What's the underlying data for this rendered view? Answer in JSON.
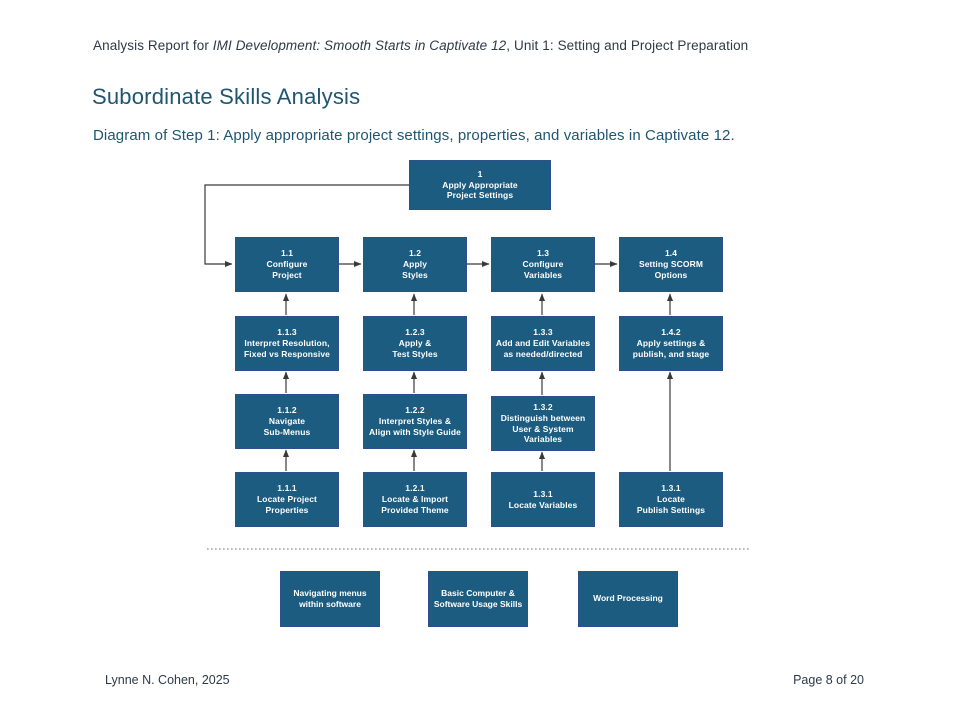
{
  "header": {
    "prefix": "Analysis Report for ",
    "title_italic": "IMI Development: Smooth Starts in Captivate 12",
    "suffix": ", Unit 1: Setting and Project Preparation"
  },
  "page": {
    "title": "Subordinate Skills Analysis",
    "subtitle": "Diagram of Step 1: Apply appropriate project settings, properties, and variables in Captivate 12."
  },
  "colors": {
    "node_fill": "#1B5C80",
    "node_border": "#2E4E8C",
    "node_text": "#FFFFFF",
    "heading": "#1F5570",
    "body_text": "#2E3A46",
    "connector": "#3A3A3A",
    "divider": "#808080"
  },
  "diagram": {
    "goal": {
      "num": "1",
      "label": "Apply Appropriate\nProject Settings"
    },
    "columns": [
      {
        "top": {
          "num": "1.1",
          "label": "Configure\nProject"
        },
        "steps": [
          {
            "num": "1.1.3",
            "label": "Interpret Resolution,\nFixed vs Responsive"
          },
          {
            "num": "1.1.2",
            "label": "Navigate\nSub-Menus"
          },
          {
            "num": "1.1.1",
            "label": "Locate Project\nProperties"
          }
        ]
      },
      {
        "top": {
          "num": "1.2",
          "label": "Apply\nStyles"
        },
        "steps": [
          {
            "num": "1.2.3",
            "label": "Apply &\nTest Styles"
          },
          {
            "num": "1.2.2",
            "label": "Interpret Styles &\nAlign with Style Guide"
          },
          {
            "num": "1.2.1",
            "label": "Locate & Import\nProvided Theme"
          }
        ]
      },
      {
        "top": {
          "num": "1.3",
          "label": "Configure\nVariables"
        },
        "steps": [
          {
            "num": "1.3.3",
            "label": "Add and Edit Variables\nas needed/directed"
          },
          {
            "num": "1.3.2",
            "label": "Distinguish between\nUser & System\nVariables"
          },
          {
            "num": "1.3.1",
            "label": "Locate Variables"
          }
        ]
      },
      {
        "top": {
          "num": "1.4",
          "label": "Setting SCORM\nOptions"
        },
        "steps": [
          {
            "num": "1.4.2",
            "label": "Apply settings &\npublish, and stage"
          },
          {
            "num": "1.3.1",
            "label": "Locate\nPublish Settings"
          }
        ]
      }
    ],
    "entry_skills": [
      {
        "label": "Navigating menus\nwithin software"
      },
      {
        "label": "Basic Computer &\nSoftware Usage Skills"
      },
      {
        "label": "Word Processing"
      }
    ]
  },
  "footer": {
    "author": "Lynne N. Cohen, 2025",
    "pagination": "Page 8 of 20"
  }
}
